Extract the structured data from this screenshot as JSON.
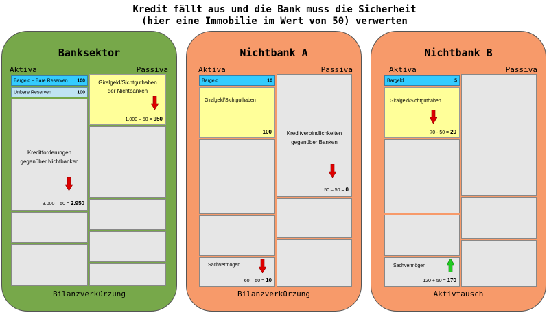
{
  "title": {
    "line1": "Kredit fällt aus und die Bank muss die Sicherheit",
    "line2": "(hier eine Immobilie im Wert von 50) verwerten"
  },
  "bank": {
    "title": "Banksektor",
    "aktiva_label": "Aktiva",
    "passiva_label": "Passiva",
    "footer": "Bilanzverkürzung",
    "bare_reserven": {
      "label": "Bargeld – Bare Reserven",
      "value": "100"
    },
    "unbare_reserven": {
      "label": "Unbare Reserven",
      "value": "100"
    },
    "kreditforderungen": {
      "line1": "Kreditforderungen",
      "line2": "gegenüber Nichtbanken",
      "calc": "3.000 – 50 = ",
      "result": "2.950"
    },
    "giralgeld": {
      "line1": "Giralgeld/Sichtguthaben",
      "line2": "der Nichtbanken",
      "calc": "1.000 – 50 = ",
      "result": "950"
    }
  },
  "a": {
    "title": "Nichtbank A",
    "aktiva_label": "Aktiva",
    "passiva_label": "Passiva",
    "footer": "Bilanzverkürzung",
    "bargeld": {
      "label": "Bargeld",
      "value": "10"
    },
    "giralgeld": {
      "label": "Giralgeld/Sichtguthaben",
      "value": "100"
    },
    "sachvermoegen": {
      "label": "Sachvermögen",
      "calc": "60 – 50 = ",
      "result": "10"
    },
    "kreditverbindlichkeiten": {
      "line1": "Kreditverbindlichkeiten",
      "line2": "gegenüber Banken",
      "calc": "50 – 50 = ",
      "result": "0"
    }
  },
  "b": {
    "title": "Nichtbank B",
    "aktiva_label": "Aktiva",
    "passiva_label": "Passiva",
    "footer": "Aktivtausch",
    "bargeld": {
      "label": "Bargeld",
      "value": "5"
    },
    "giralgeld": {
      "label": "Giralgeld/Sichtguthaben",
      "calc": "70 - 50 = ",
      "result": "20"
    },
    "sachvermoegen": {
      "label": "Sachvermögen",
      "calc": "120 + 50 = ",
      "result": "170"
    }
  },
  "colors": {
    "bank_panel": "#77a84a",
    "nichtbank_panel": "#f79a6a",
    "arrow_down": "#dd0000",
    "arrow_up": "#22cc22"
  }
}
